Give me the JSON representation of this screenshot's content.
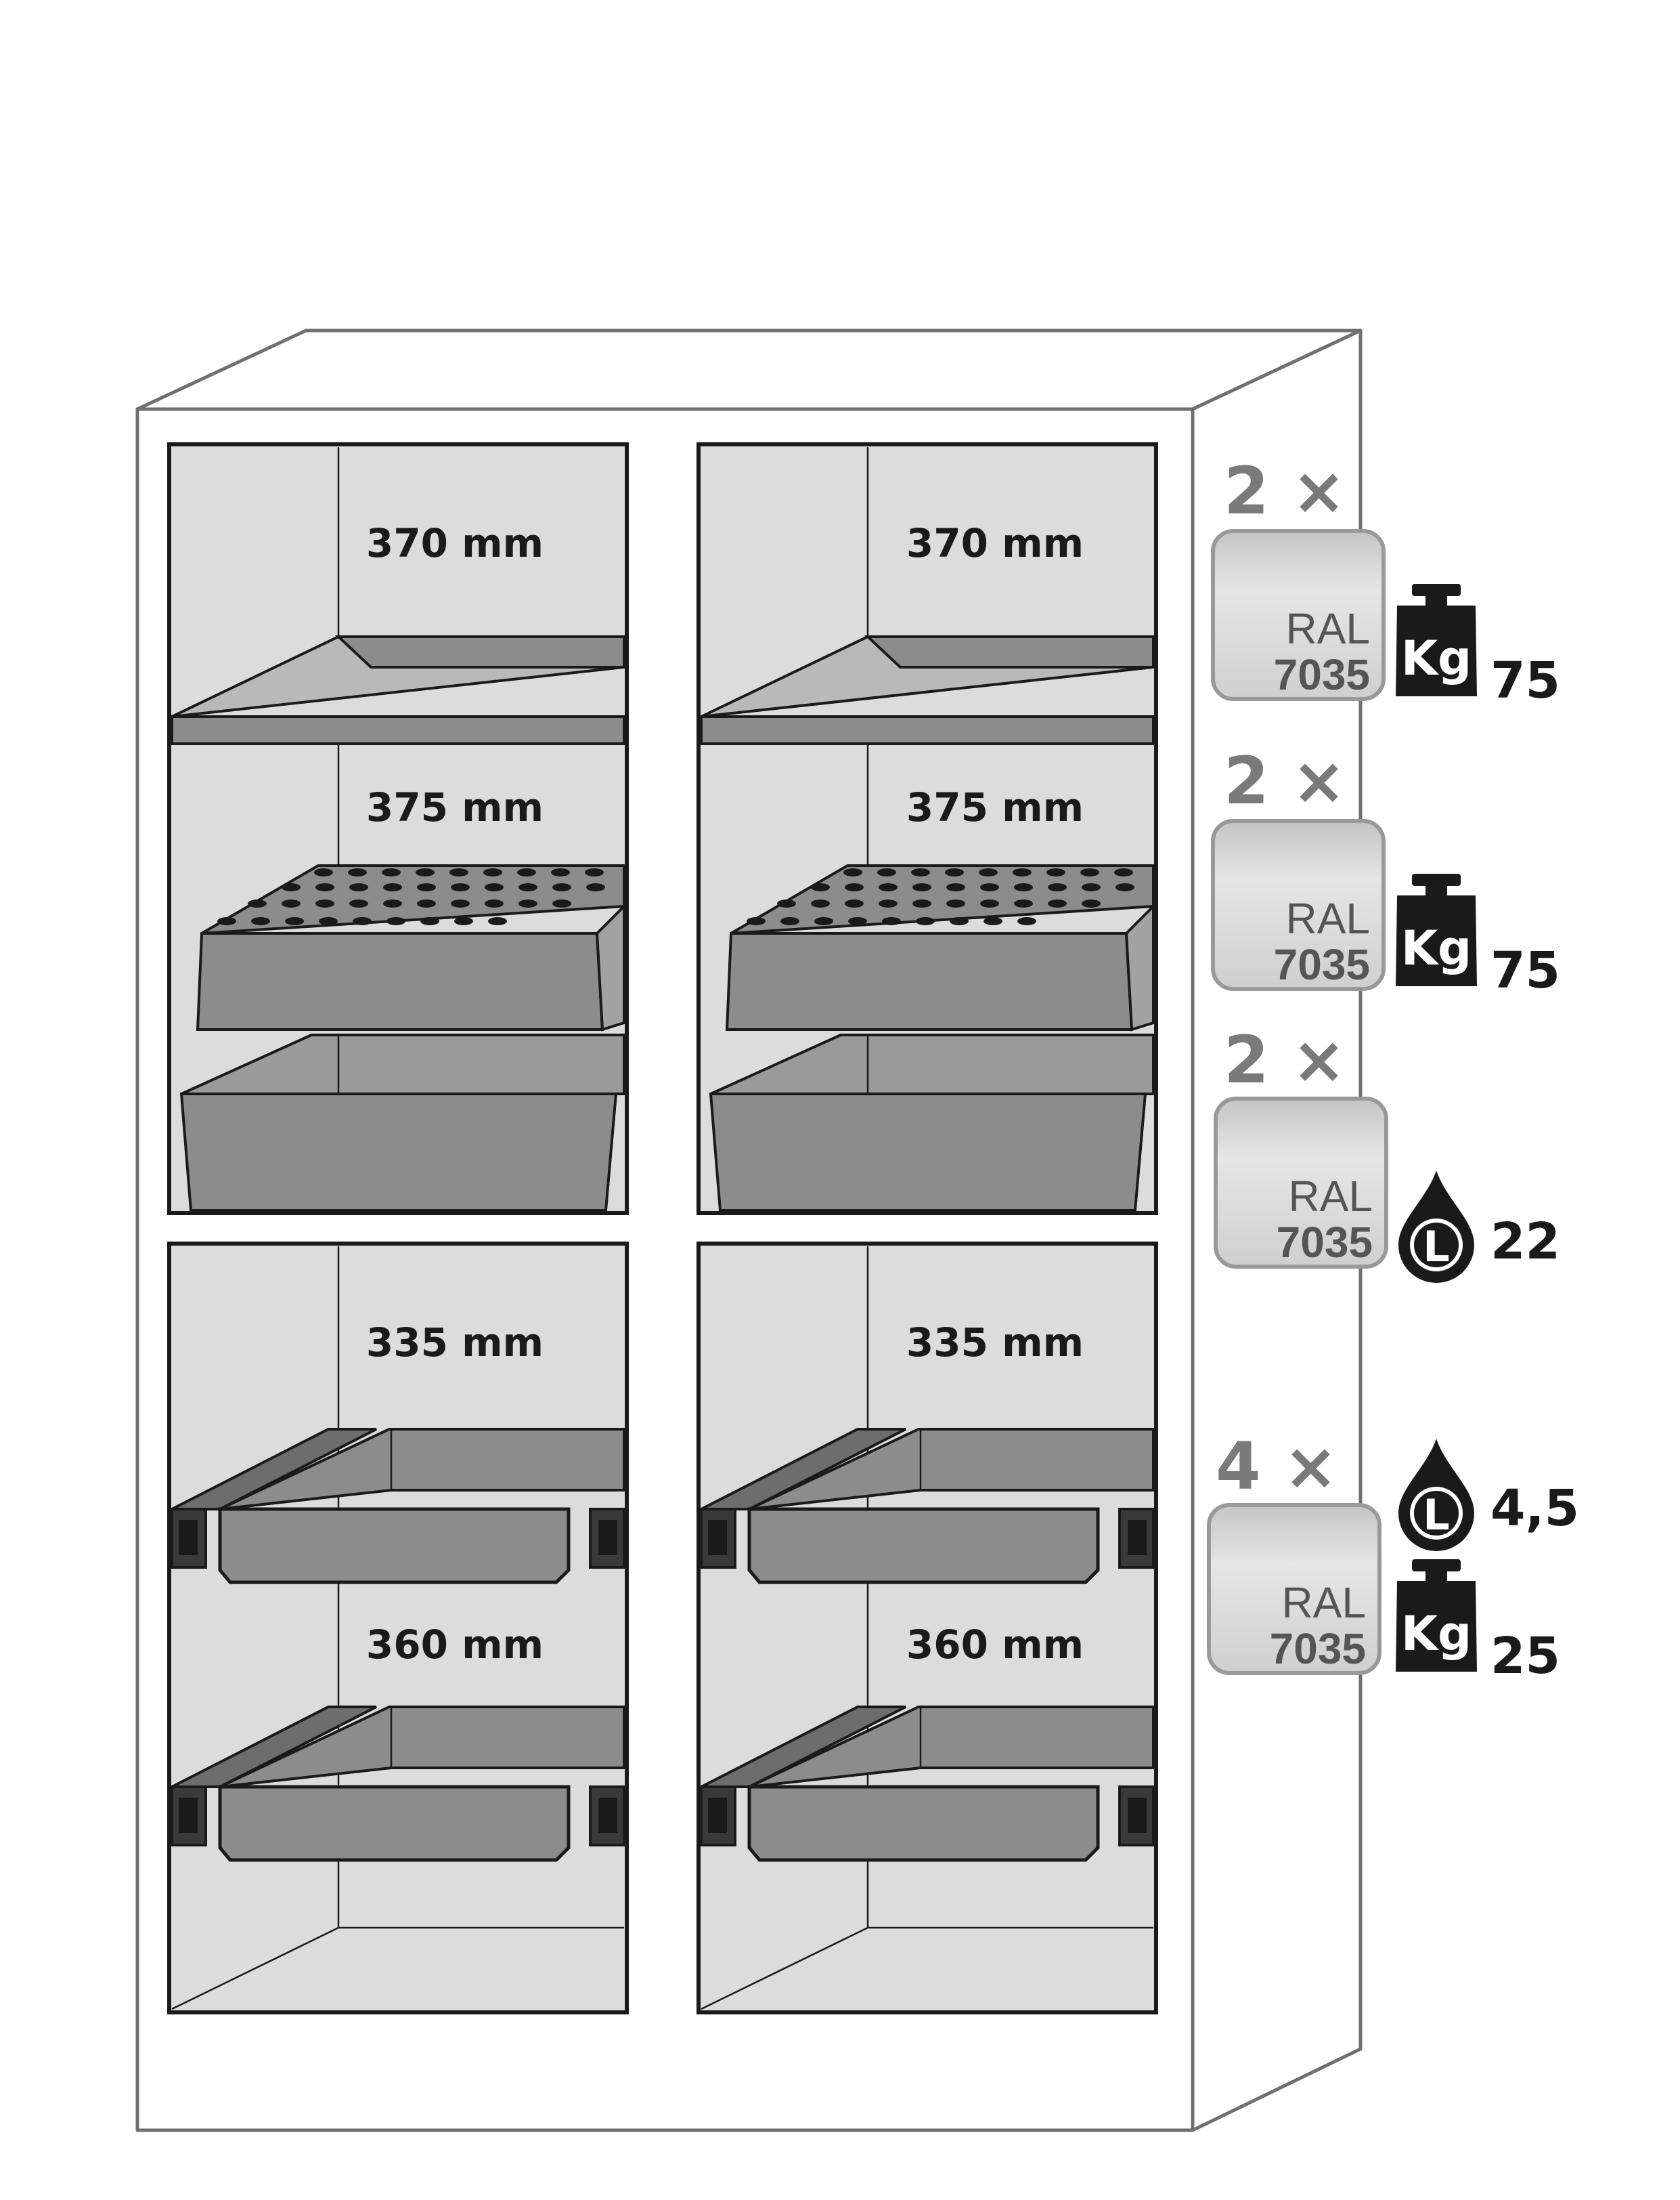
{
  "compartments": [
    {
      "shelf_top_height": "370 mm",
      "shelf_bottom_height": "375 mm"
    },
    {
      "shelf_top_height": "370 mm",
      "shelf_bottom_height": "375 mm"
    },
    {
      "shelf_top_height": "335 mm",
      "shelf_bottom_height": "360 mm"
    },
    {
      "shelf_top_height": "335 mm",
      "shelf_bottom_height": "360 mm"
    }
  ],
  "specs": [
    {
      "quantity": "2 ×",
      "ral_label": "RAL",
      "ral_code": "7035",
      "icon": "weight-icon",
      "icon_letter": "Kg",
      "value": "75"
    },
    {
      "quantity": "2 ×",
      "ral_label": "RAL",
      "ral_code": "7035",
      "icon": "weight-icon",
      "icon_letter": "Kg",
      "value": "75"
    },
    {
      "quantity": "2 ×",
      "ral_label": "RAL",
      "ral_code": "7035",
      "icon": "drop-icon",
      "icon_letter": "L",
      "value": "22"
    },
    {
      "quantity": "4 ×",
      "ral_label": "RAL",
      "ral_code": "7035",
      "volume_icon_letter": "L",
      "volume_value": "4,5",
      "weight_icon_letter": "Kg",
      "weight_value": "25"
    }
  ],
  "colors": {
    "cabinet_outline": "#6f6f6f",
    "interior": "#dcdcdc",
    "fitting": "#8c8c8c",
    "ink": "#1a1a1a",
    "swatch": "#d2d2d2"
  }
}
